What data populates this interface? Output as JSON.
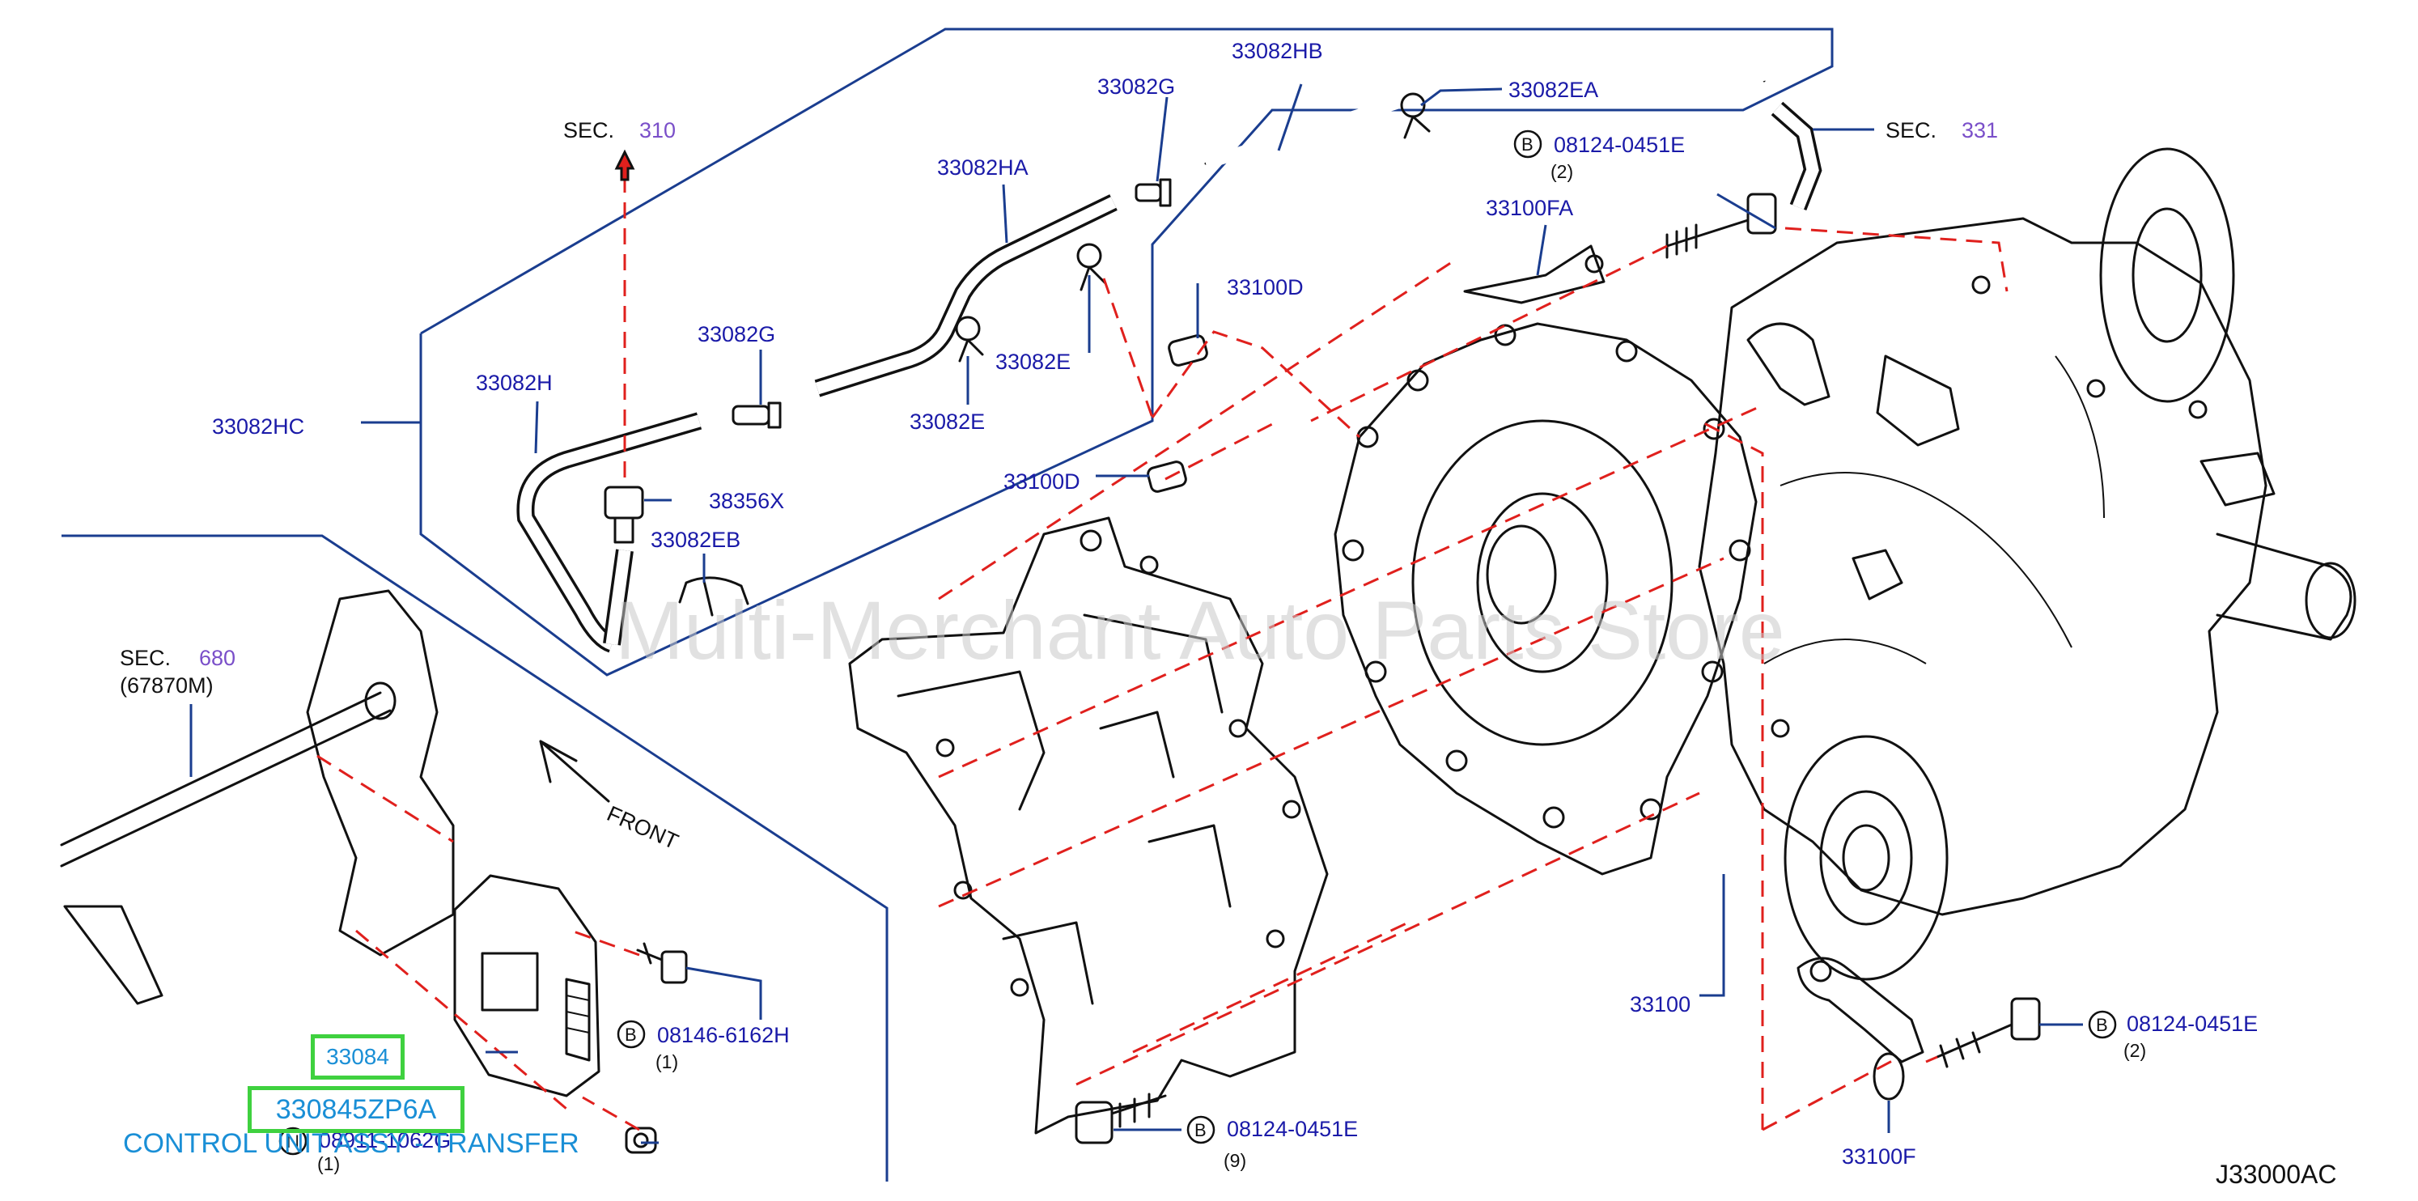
{
  "diagram_code": "J33000AC",
  "watermark": "Multi-Merchant Auto Parts Store",
  "sections": {
    "sec310": {
      "prefix": "SEC.",
      "number": "310"
    },
    "sec331": {
      "prefix": "SEC.",
      "number": "331"
    },
    "sec680": {
      "prefix": "SEC.",
      "number": "680",
      "sub": "(67870M)"
    }
  },
  "front_label": "FRONT",
  "callouts": {
    "c33082HB": "33082HB",
    "c33082G_top": "33082G",
    "c33082EA": "33082EA",
    "c33082HA": "33082HA",
    "c33100FA": "33100FA",
    "c33100D_a": "33100D",
    "c33100D_b": "33100D",
    "c33082G_mid": "33082G",
    "c33082E_a": "33082E",
    "c33082E_b": "33082E",
    "c33082H": "33082H",
    "c33082HC": "33082HC",
    "c38356X": "38356X",
    "c33082EB": "33082EB",
    "c33100": "33100",
    "c33100F": "33100F"
  },
  "bolts": {
    "b_top": {
      "marker": "B",
      "part": "08124-0451E",
      "qty": "(2)"
    },
    "b_right": {
      "marker": "B",
      "part": "08124-0451E",
      "qty": "(2)"
    },
    "b_bottom": {
      "marker": "B",
      "part": "08124-0451E",
      "qty": "(9)"
    },
    "b_ecu": {
      "marker": "B",
      "part": "08146-6162H",
      "qty": "(1)"
    },
    "n_ecu": {
      "marker": "N",
      "part": "08911-1062G",
      "qty": "(1)"
    }
  },
  "highlights": {
    "h33084": "33084",
    "h330845ZP6A": "330845ZP6A"
  },
  "control_unit_label": "CONTROL UNIT ASSY - TRANSFER",
  "colors": {
    "callout_blue": "#1a1aa8",
    "leader_blue": "#1a3d8f",
    "dash_red": "#e0201d",
    "highlight_green": "#3fd13f",
    "overlay_blue": "#1a8fd6",
    "section_purple": "#7a4fc9"
  }
}
